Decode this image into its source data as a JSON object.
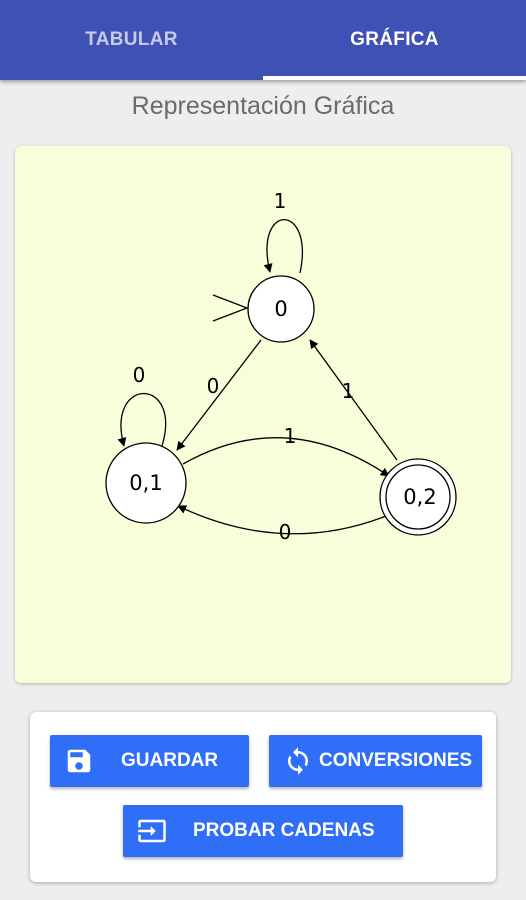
{
  "tabs": [
    {
      "label": "TABULAR",
      "selected": false
    },
    {
      "label": "GRÁFICA",
      "selected": true
    }
  ],
  "title": "Representación Gráfica",
  "graph": {
    "states": [
      {
        "label": "0",
        "initial": true,
        "accepting": false
      },
      {
        "label": "0,1",
        "initial": false,
        "accepting": false
      },
      {
        "label": "0,2",
        "initial": false,
        "accepting": true
      }
    ],
    "transitions": [
      {
        "from": "0",
        "to": "0",
        "symbol": "1"
      },
      {
        "from": "0",
        "to": "0,1",
        "symbol": "0"
      },
      {
        "from": "0,1",
        "to": "0,1",
        "symbol": "0"
      },
      {
        "from": "0,1",
        "to": "0,2",
        "symbol": "1"
      },
      {
        "from": "0,2",
        "to": "0,1",
        "symbol": "0"
      },
      {
        "from": "0,2",
        "to": "0",
        "symbol": "1"
      }
    ],
    "background": "#fafdd9"
  },
  "buttons": {
    "save": {
      "label": "GUARDAR",
      "icon": "save-icon"
    },
    "conversions": {
      "label": "CONVERSIONES",
      "icon": "sync-icon"
    },
    "test": {
      "label": "PROBAR CADENAS",
      "icon": "input-icon"
    }
  },
  "colors": {
    "primary": "#3f51b5",
    "button": "#2f6ef7",
    "tab_inactive_text": "#c5cae9"
  }
}
